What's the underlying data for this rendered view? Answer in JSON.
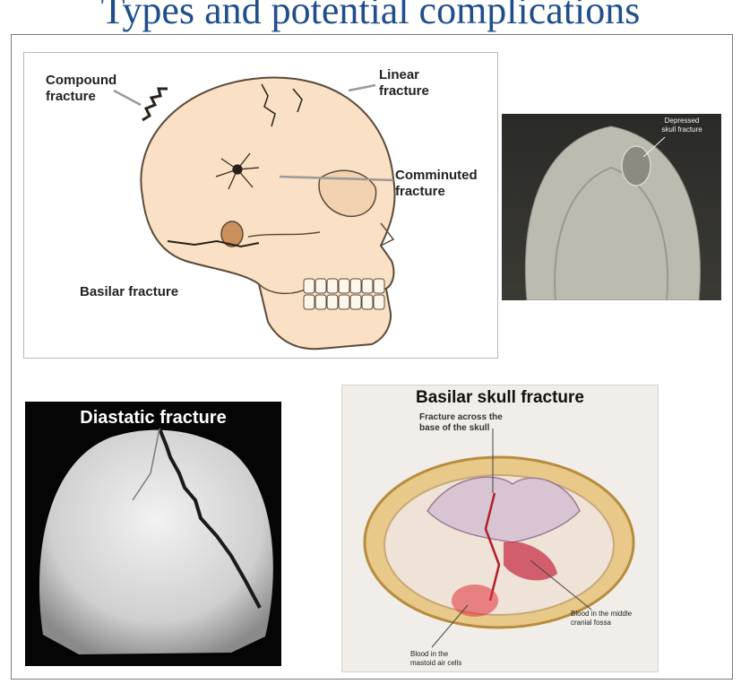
{
  "title": "Types and potential complications",
  "skull_diagram": {
    "compound_label": "Compound\nfracture",
    "linear_label": "Linear\nfracture",
    "comminuted_label": "Comminuted\nfracture",
    "basilar_label": "Basilar fracture"
  },
  "ct_image": {
    "label": "Depressed\nskull fracture"
  },
  "diastatic_image": {
    "title": "Diastatic fracture"
  },
  "basilar_image": {
    "title": "Basilar skull fracture",
    "across_label": "Fracture across the\nbase of the skull",
    "middle_fossa_label": "Blood in the middle\ncranial fossa",
    "mastoid_label": "Blood in the\nmastoid air cells"
  },
  "colors": {
    "title": "#1f4e8c",
    "bone": "#fae0c4",
    "bone_outline": "#5a4a3a",
    "fracture": "#2a2018"
  }
}
